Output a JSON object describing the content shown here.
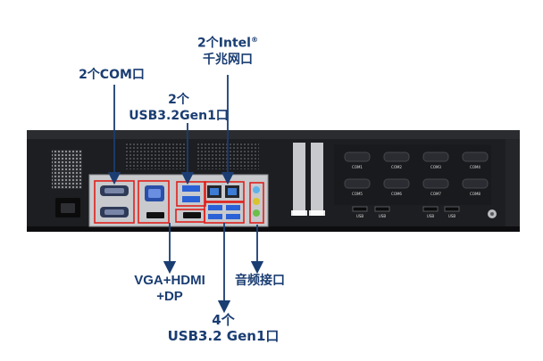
{
  "callouts": {
    "intel_lan": {
      "line1": "2个Intel",
      "mark": "®",
      "line2": "千兆网口"
    },
    "com": {
      "text": "2个COM口"
    },
    "usb_top": {
      "line1": "2个",
      "line2": "USB3.2Gen1口"
    },
    "vga_hdmi_dp": {
      "line1": "VGA+HDMI",
      "line2": "+DP"
    },
    "audio": {
      "text": "音频接口"
    },
    "usb_bottom": {
      "line1": "4个",
      "line2": "USB3.2 Gen1口"
    }
  },
  "panel_labels": {
    "com_ports": [
      "COM1",
      "COM2",
      "COM3",
      "COM4",
      "COM5",
      "COM6",
      "COM7",
      "COM8"
    ],
    "usb_ports": [
      "USB",
      "USB",
      "USB",
      "USB"
    ]
  },
  "colors": {
    "label_text": "#1a3d72",
    "arrow": "#1a3d72",
    "highlight_box": "#e0201c",
    "chassis": "#1d1e21"
  }
}
